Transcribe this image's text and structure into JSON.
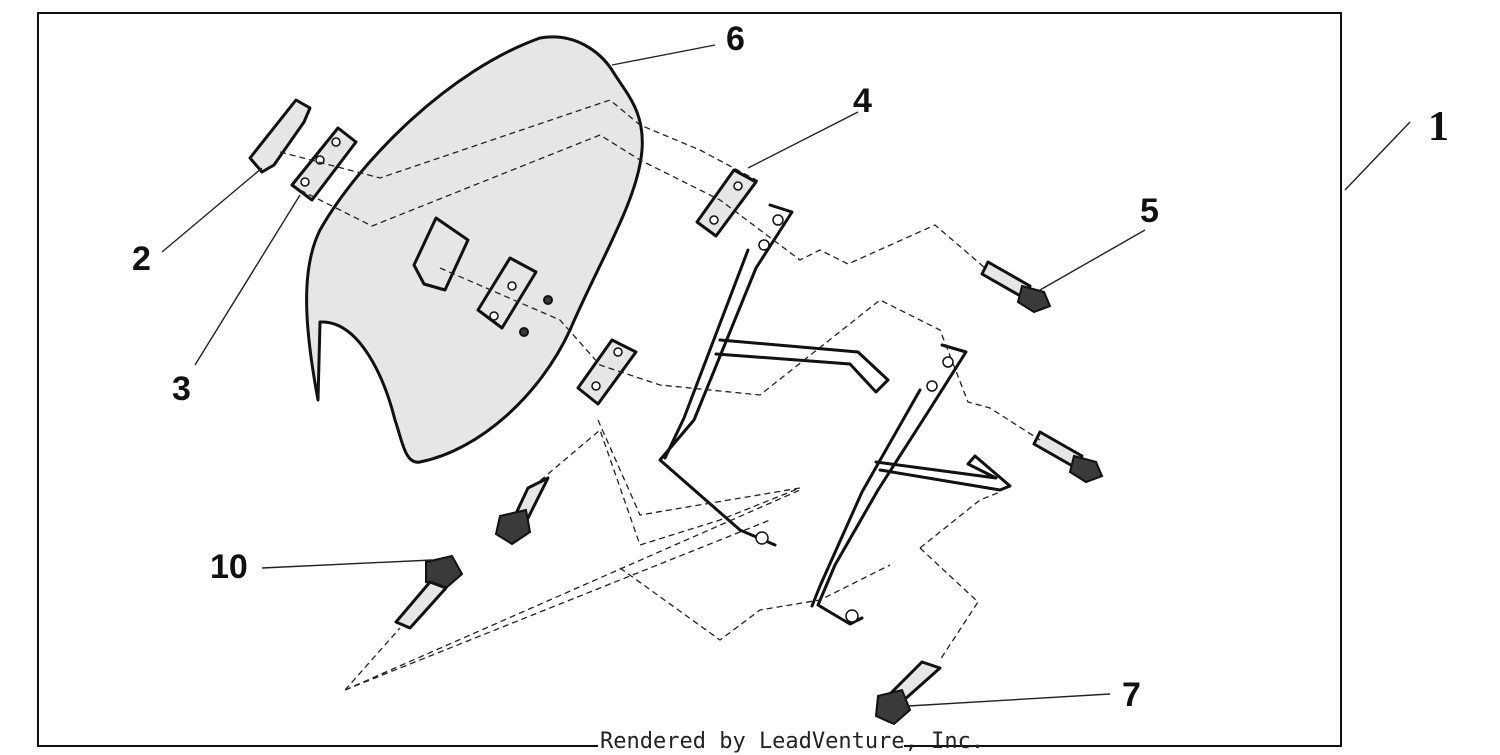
{
  "diagram": {
    "callouts": [
      {
        "id": "1",
        "label": "1"
      },
      {
        "id": "2",
        "label": "2"
      },
      {
        "id": "3",
        "label": "3"
      },
      {
        "id": "4",
        "label": "4"
      },
      {
        "id": "5",
        "label": "5"
      },
      {
        "id": "6",
        "label": "6"
      },
      {
        "id": "7",
        "label": "7"
      },
      {
        "id": "10",
        "label": "10"
      }
    ],
    "credit": "Rendered by LeadVenture, Inc."
  }
}
